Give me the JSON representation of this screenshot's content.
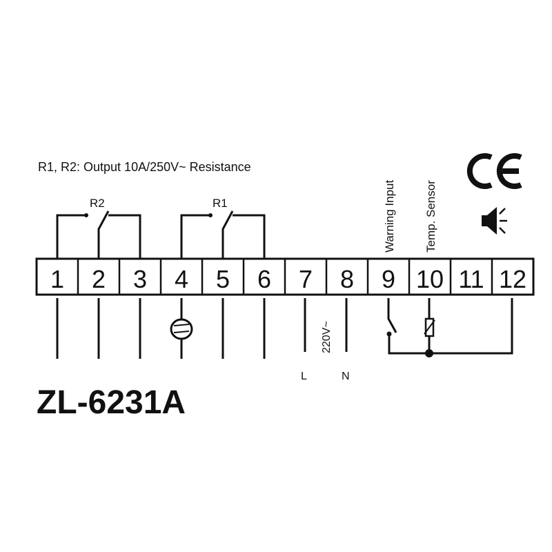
{
  "header_text": "R1, R2: Output 10A/250V~ Resistance",
  "model": "ZL-6231A",
  "terminals": [
    "1",
    "2",
    "3",
    "4",
    "5",
    "6",
    "7",
    "8",
    "9",
    "10",
    "11",
    "12"
  ],
  "relays": {
    "r1": "R1",
    "r2": "R2"
  },
  "labels": {
    "warning_input": "Warning Input",
    "temp_sensor": "Temp. Sensor",
    "voltage": "220V~",
    "line": "L",
    "neutral": "N"
  },
  "marks": {
    "ce": "CE"
  },
  "icons": [
    "ce-mark-icon",
    "speaker-alarm-icon",
    "fan-motor-icon",
    "thermistor-icon",
    "switch-icon"
  ]
}
